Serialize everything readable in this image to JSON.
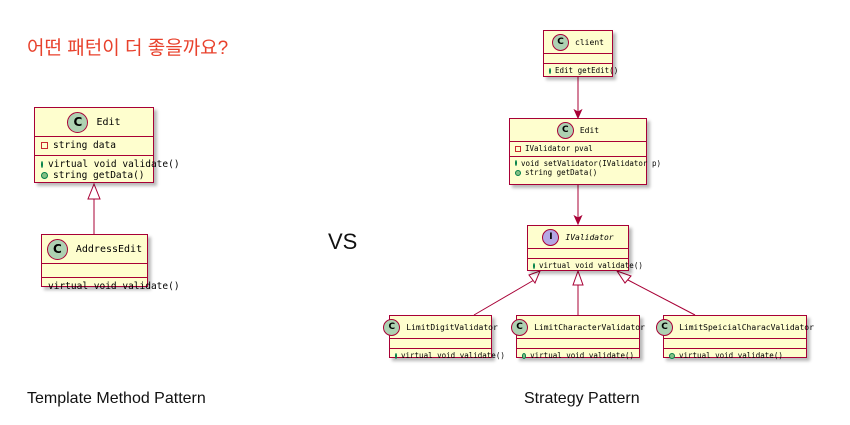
{
  "question": "어떤 패턴이 더 좋을까요?",
  "vs_label": "VS",
  "captions": {
    "left": "Template Method Pattern",
    "right": "Strategy Pattern"
  },
  "colors": {
    "question": "#e8412c",
    "class_fill": "#fefece",
    "class_border": "#a80036",
    "class_badge": "#add1b2",
    "interface_badge": "#b4a7e5",
    "public_marker": "#84be84",
    "private_marker": "#c82930"
  },
  "template_method": {
    "edit": {
      "badge": "C",
      "name": "Edit",
      "fields": [
        {
          "visibility": "private",
          "text": "string data"
        }
      ],
      "methods": [
        {
          "visibility": "public",
          "text": "virtual void validate()"
        },
        {
          "visibility": "public",
          "text": "string getData()"
        }
      ]
    },
    "address_edit": {
      "badge": "C",
      "name": "AddressEdit",
      "methods": [
        {
          "visibility": "none",
          "text": "virtual void validate()"
        }
      ]
    },
    "relations": [
      {
        "from": "AddressEdit",
        "to": "Edit",
        "type": "inheritance"
      }
    ]
  },
  "strategy": {
    "client": {
      "badge": "C",
      "name": "client",
      "methods": [
        {
          "visibility": "public",
          "text": "Edit getEdit()"
        }
      ]
    },
    "edit": {
      "badge": "C",
      "name": "Edit",
      "fields": [
        {
          "visibility": "private",
          "text": "IValidator pval"
        }
      ],
      "methods": [
        {
          "visibility": "public",
          "text": "void setValidator(IValidator p)"
        },
        {
          "visibility": "public",
          "text": "string getData()"
        }
      ]
    },
    "ivalidator": {
      "badge": "I",
      "name": "IValidator",
      "methods": [
        {
          "visibility": "public",
          "text": "virtual void validate()"
        }
      ]
    },
    "limit_digit": {
      "badge": "C",
      "name": "LimitDigitValidator",
      "methods": [
        {
          "visibility": "public",
          "text": "virtual void validate()"
        }
      ]
    },
    "limit_character": {
      "badge": "C",
      "name": "LimitCharacterValidator",
      "methods": [
        {
          "visibility": "public",
          "text": "virtual void validate()"
        }
      ]
    },
    "limit_special": {
      "badge": "C",
      "name": "LimitSpeicialCharacValidator",
      "methods": [
        {
          "visibility": "public",
          "text": "virtual void validate()"
        }
      ]
    },
    "relations": [
      {
        "from": "client",
        "to": "Edit",
        "type": "association"
      },
      {
        "from": "Edit",
        "to": "IValidator",
        "type": "association"
      },
      {
        "from": "LimitDigitValidator",
        "to": "IValidator",
        "type": "realization"
      },
      {
        "from": "LimitCharacterValidator",
        "to": "IValidator",
        "type": "realization"
      },
      {
        "from": "LimitSpeicialCharacValidator",
        "to": "IValidator",
        "type": "realization"
      }
    ]
  }
}
